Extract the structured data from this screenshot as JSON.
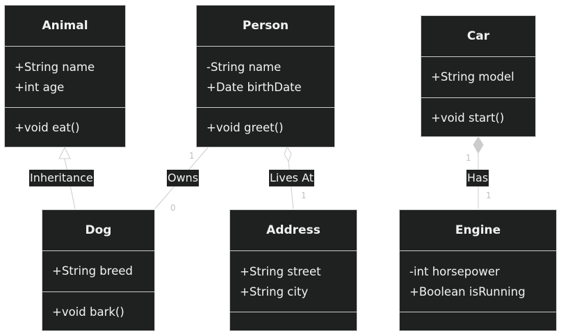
{
  "classes": {
    "animal": {
      "name": "Animal",
      "attributes": [
        "+String name",
        "+int age"
      ],
      "methods": [
        "+void eat()"
      ]
    },
    "person": {
      "name": "Person",
      "attributes": [
        "-String name",
        "+Date birthDate"
      ],
      "methods": [
        "+void greet()"
      ]
    },
    "car": {
      "name": "Car",
      "attributes": [
        "+String model"
      ],
      "methods": [
        "+void start()"
      ]
    },
    "dog": {
      "name": "Dog",
      "attributes": [
        "+String breed"
      ],
      "methods": [
        "+void bark()"
      ]
    },
    "address": {
      "name": "Address",
      "attributes": [
        "+String street",
        "+String city"
      ],
      "methods": []
    },
    "engine": {
      "name": "Engine",
      "attributes": [
        "-int horsepower",
        "+Boolean isRunning"
      ],
      "methods": []
    }
  },
  "relations": {
    "inheritance": {
      "label": "Inheritance"
    },
    "owns": {
      "label": "Owns",
      "from_mult": "1",
      "to_mult": "0"
    },
    "lives_at": {
      "label": "Lives At",
      "to_mult": "1"
    },
    "has": {
      "label": "Has",
      "from_mult": "1",
      "to_mult": "1"
    }
  }
}
